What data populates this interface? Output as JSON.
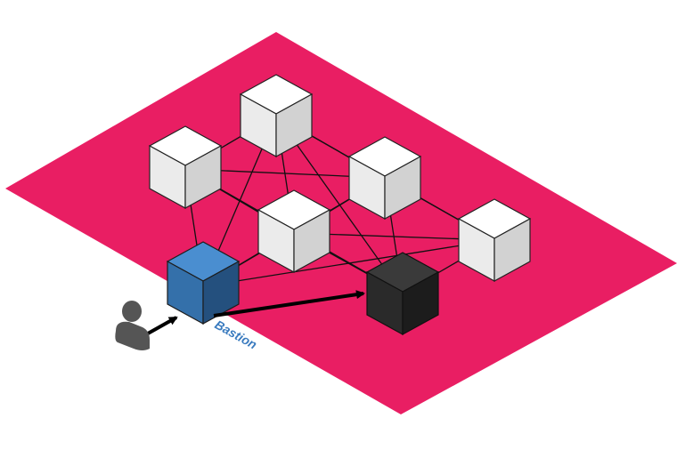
{
  "diagram": {
    "plane_color": "#E91E63",
    "bastion_label": "Bastion",
    "bastion_label_color": "#3A7BBF",
    "nodes": [
      {
        "id": "server-top-center",
        "kind": "server",
        "color": "white"
      },
      {
        "id": "server-upper-left",
        "kind": "server",
        "color": "white"
      },
      {
        "id": "server-right-upper",
        "kind": "server",
        "color": "white"
      },
      {
        "id": "server-center",
        "kind": "server",
        "color": "white"
      },
      {
        "id": "server-far-right",
        "kind": "server",
        "color": "white"
      },
      {
        "id": "bastion-host",
        "kind": "bastion",
        "color": "#3A7BBF"
      },
      {
        "id": "target-host",
        "kind": "target",
        "color": "#2b2b2b"
      }
    ],
    "user_icon": "user-icon",
    "arrows": [
      {
        "from": "user-icon",
        "to": "bastion-host"
      },
      {
        "from": "bastion-host",
        "to": "target-host"
      }
    ]
  }
}
